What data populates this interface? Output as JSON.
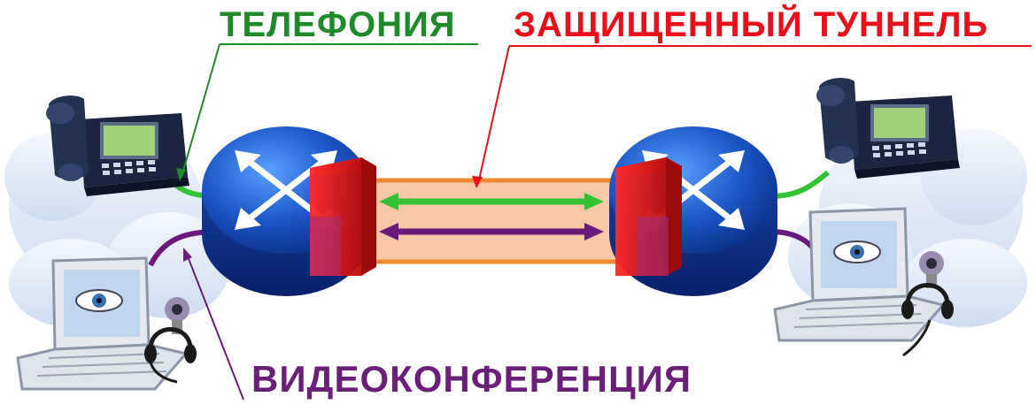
{
  "labels": {
    "telephony": "ТЕЛЕФОНИЯ",
    "tunnel": "ЗАЩИЩЕННЫЙ ТУННЕЛЬ",
    "video": "ВИДЕОКОНФЕРЕНЦИЯ"
  },
  "colors": {
    "telephony": "#1e8a2a",
    "tunnel": "#e8101a",
    "video": "#6a1f78",
    "tunnel_fill": "#f7c8a8",
    "tunnel_border": "#f08a30",
    "green_line": "#33c233",
    "purple_line": "#6a1a7a",
    "router": "#1d58c8",
    "firewall": "#d81818",
    "cloud": "#dfe9f7"
  },
  "icons": {
    "router": "router-icon",
    "firewall": "firewall-icon",
    "phone": "ip-phone-icon",
    "laptop": "laptop-icon",
    "webcam": "webcam-icon",
    "headset": "headset-icon",
    "cloud": "cloud-icon"
  }
}
